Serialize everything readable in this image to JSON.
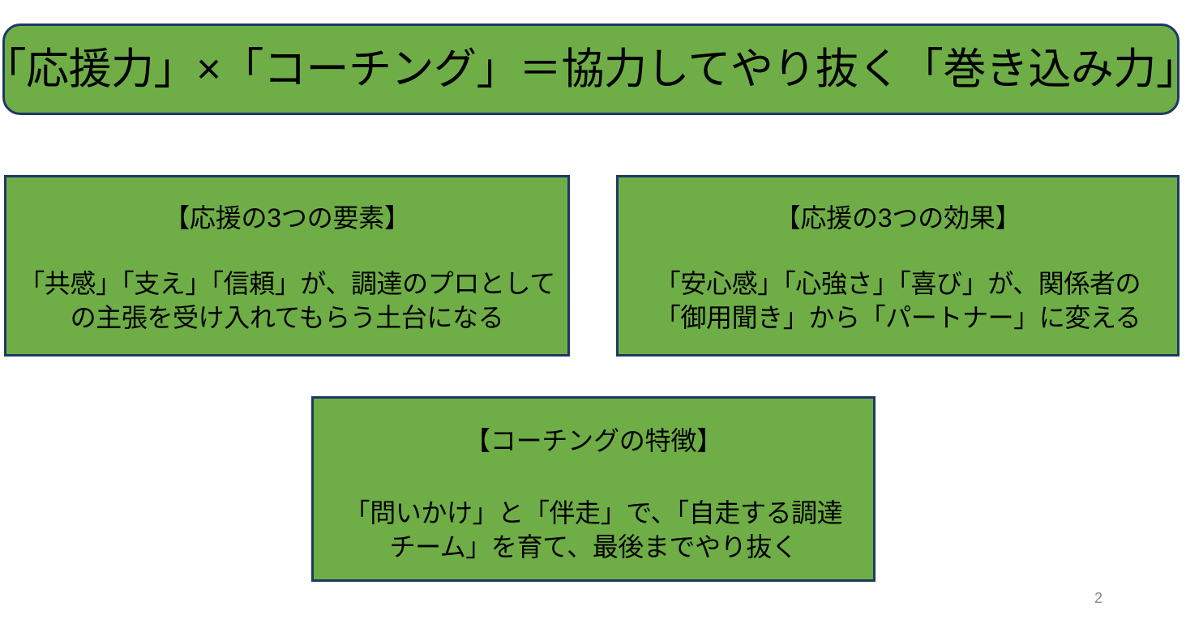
{
  "slide": {
    "page_number": "2",
    "colors": {
      "box_fill": "#6FAE47",
      "box_border": "#1F3864",
      "text": "#000000",
      "page_number": "#8C8C8C",
      "background": "#FFFFFF"
    },
    "title": {
      "text": "「応援力」×「コーチング」＝協力してやり抜く「巻き込み力」"
    },
    "boxes": [
      {
        "id": "elements",
        "heading": "【応援の3つの要素】",
        "body_lines": [
          "「共感」「支え」「信頼」が、調達のプロとして",
          "の主張を受け入れてもらう土台になる"
        ]
      },
      {
        "id": "effects",
        "heading": "【応援の3つの効果】",
        "body_lines": [
          "「安心感」「心強さ」「喜び」が、関係者の",
          "「御用聞き」から「パートナー」に変える"
        ]
      },
      {
        "id": "coaching",
        "heading": "【コーチングの特徴】",
        "body_lines": [
          "「問いかけ」と「伴走」で、「自走する調達",
          "チーム」を育て、最後までやり抜く"
        ]
      }
    ]
  }
}
